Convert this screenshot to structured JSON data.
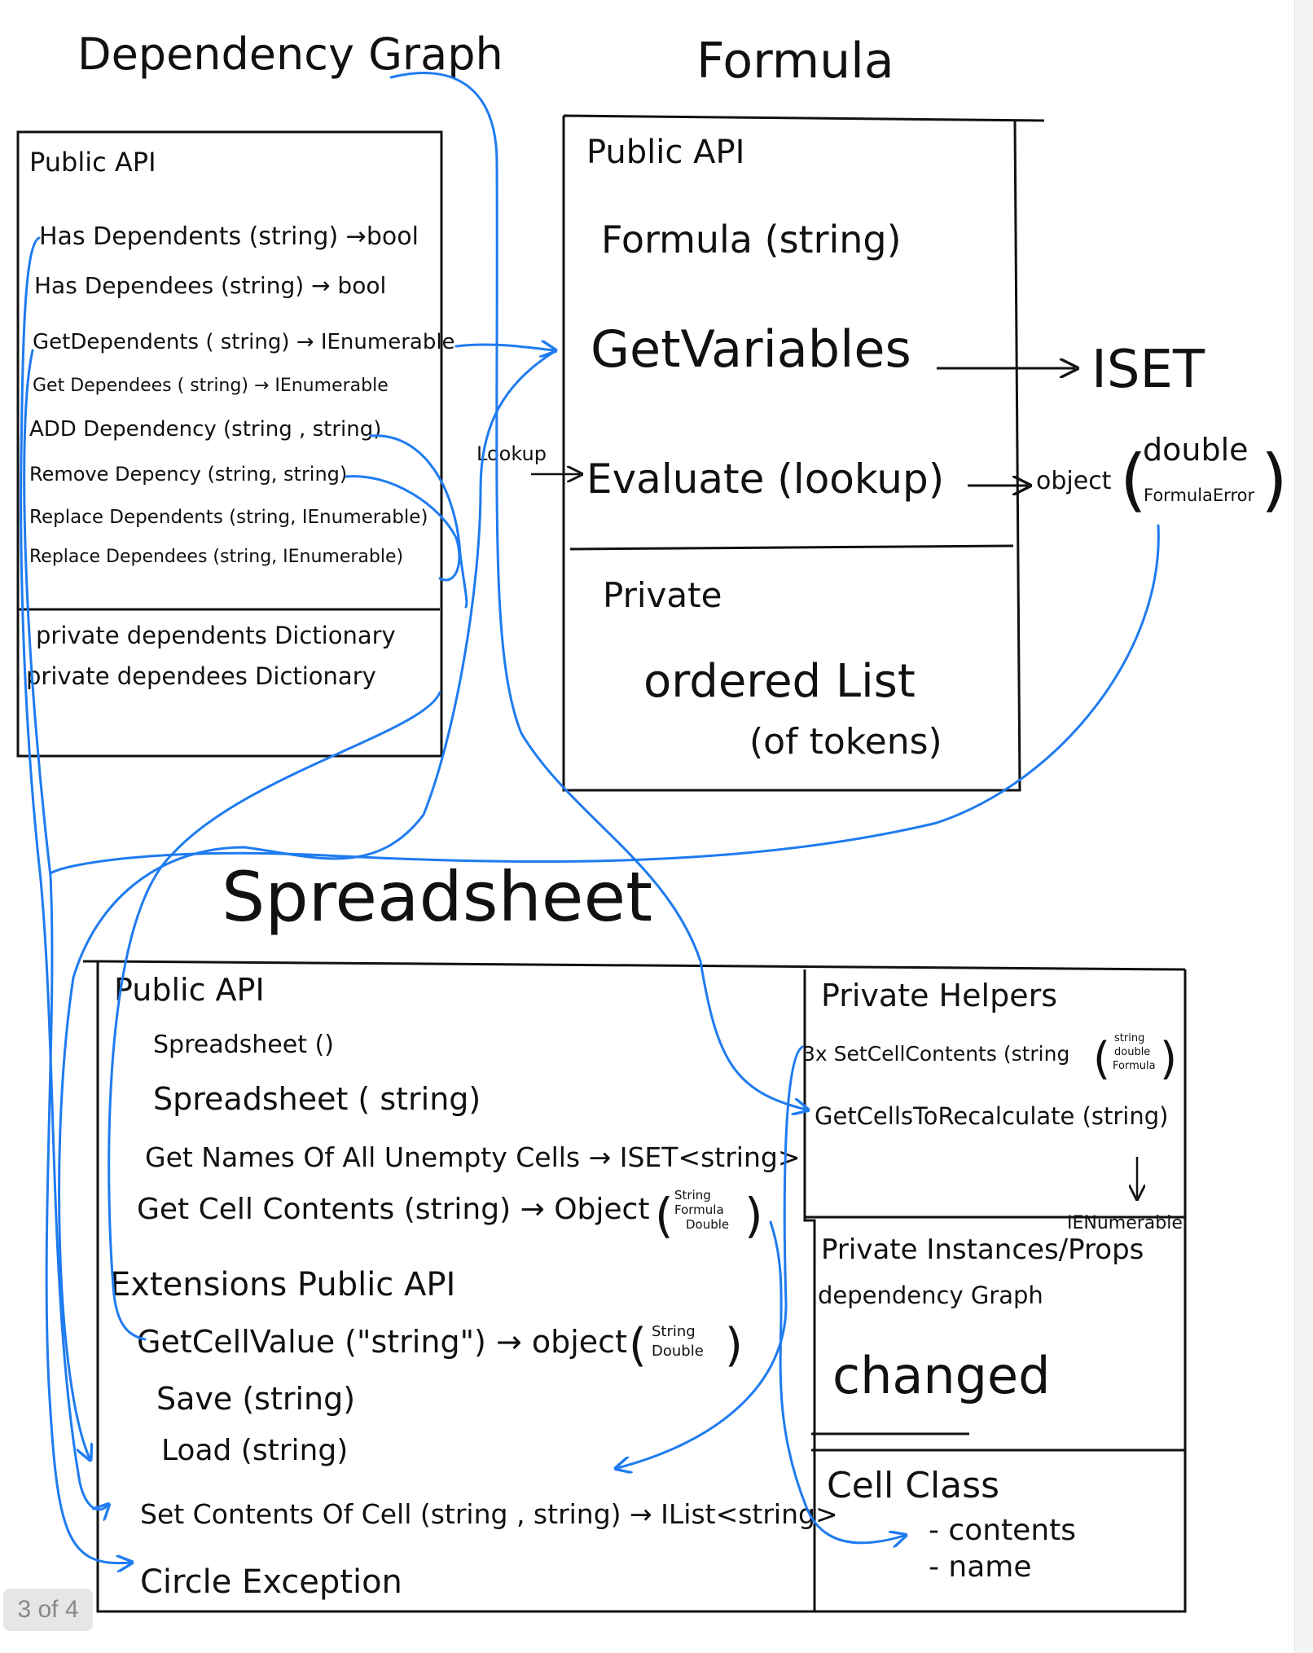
{
  "colors": {
    "ink": "#111111",
    "arrow": "#1f7bf0",
    "badge_bg": "#e6e6e6",
    "badge_text": "#888888"
  },
  "dependency_graph": {
    "title": "Dependency Graph",
    "public_label": "Public API",
    "methods": [
      "Has Dependents (string) →bool",
      "Has Dependees (string) → bool",
      "GetDependents ( string) → IEnumerable",
      "Get Dependees ( string) → IEnumerable",
      "ADD Dependency (string , string)",
      "Remove Depency (string, string)",
      "Replace Dependents (string, IEnumerable)",
      "Replace Dependees (string, IEnumerable)"
    ],
    "private_fields": [
      "private dependents Dictionary",
      "private dependees Dictionary"
    ]
  },
  "formula": {
    "title": "Formula",
    "public_label": "Public API",
    "constructor": "Formula (string)",
    "get_variables": "GetVariables",
    "evaluate": "Evaluate (lookup)",
    "lookup_label": "Lookup",
    "private_label": "Private",
    "ordered_list": "ordered List",
    "of_tokens": "(of tokens)",
    "iset": "ISET",
    "object_label": "object",
    "double": "double",
    "formula_error": "FormulaError"
  },
  "spreadsheet": {
    "title": "Spreadsheet",
    "public_label": "Public API",
    "methods": [
      "Spreadsheet ()",
      "Spreadsheet ( string)",
      "Get Names Of All Unempty Cells → ISET<string>",
      "Get Cell Contents (string) → Object"
    ],
    "contents_types": [
      "String",
      "Formula",
      "Double"
    ],
    "extensions_label": "Extensions Public API",
    "ext_methods": [
      "GetCellValue (\"string\") → object",
      "Save (string)",
      "Load (string)"
    ],
    "value_types": [
      "String",
      "Double"
    ],
    "set_contents": "Set Contents Of Cell (string , string) → IList<string>",
    "circle_exception": "Circle Exception",
    "private_helpers_label": "Private Helpers",
    "set_cell_contents": "3x SetCellContents (string",
    "set_cell_types": [
      "string",
      "double",
      "Formula"
    ],
    "get_cells_to_recalc": "GetCellsToRecalculate (string)",
    "ienumerable": "IENumerable",
    "private_instances_label": "Private Instances/Props",
    "dependency_graph_field": "dependency Graph",
    "changed": "changed",
    "cell_class_label": "Cell Class",
    "cell_fields": [
      "- contents",
      "- name"
    ]
  },
  "page_badge": "3 of 4"
}
